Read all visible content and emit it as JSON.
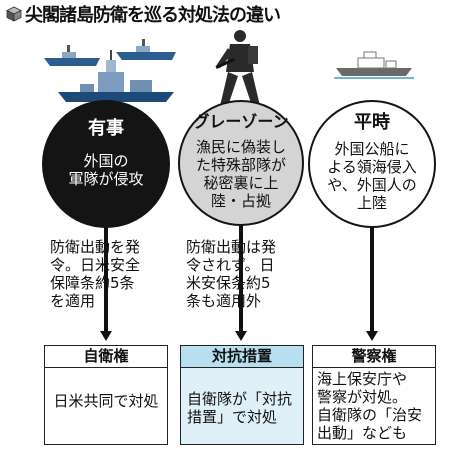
{
  "title": "尖閣諸島防衛を巡る対処法の違い",
  "columns": [
    {
      "circle_head": "有事",
      "circle_body": [
        "外国の",
        "軍隊が侵攻"
      ],
      "measure": [
        "防衛出動を発",
        "令。日米安全",
        "保障条約5条",
        "を適用"
      ],
      "box_head": "自衛権",
      "box_body": [
        "日米共同で対処"
      ]
    },
    {
      "circle_head": "グレーゾーン",
      "circle_body": [
        "漁民に偽装し",
        "た特殊部隊が",
        "秘密裏に上",
        "陸・占拠"
      ],
      "measure": [
        "防衛出動は発",
        "令されず。日",
        "米安保条約5",
        "条も適用外"
      ],
      "box_head": "対抗措置",
      "box_body": [
        "自衛隊が「対抗",
        "措置」で対処"
      ]
    },
    {
      "circle_head": "平時",
      "circle_body": [
        "外国公船に",
        "よる領海侵入",
        "や、外国人の",
        "上陸"
      ],
      "measure": [],
      "box_head": "警察権",
      "box_body": [
        "海上保安庁や",
        "警察が対処。",
        "自衛隊の「治安",
        "出動」なども"
      ]
    }
  ],
  "colors": {
    "dark": "#141414",
    "gray": "#d4d4d4",
    "highlight": "#dff0f8"
  }
}
